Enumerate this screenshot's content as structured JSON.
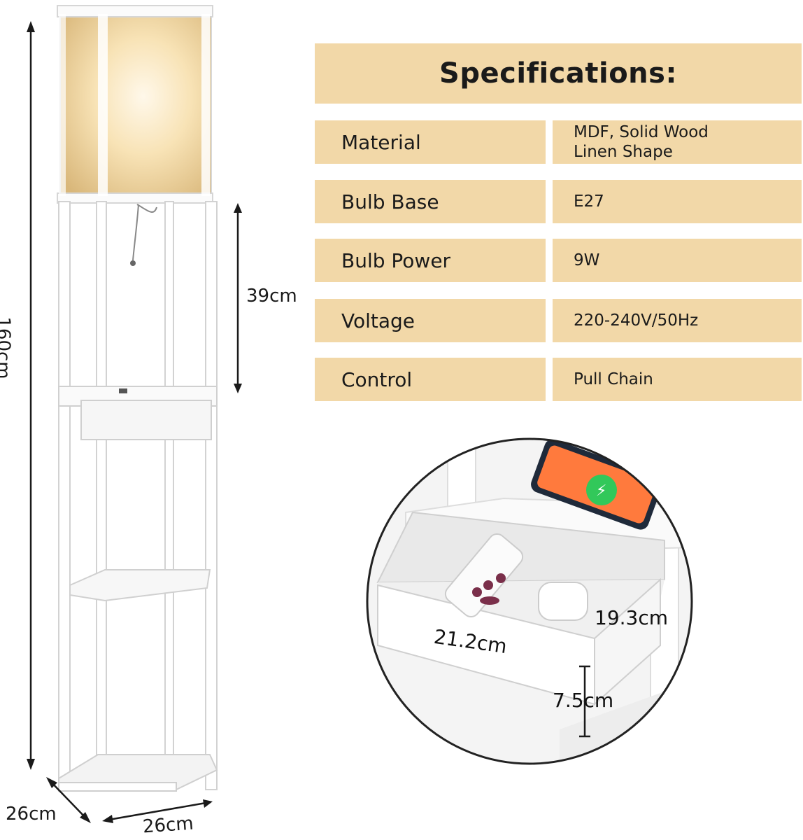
{
  "dimensions": {
    "height": "160cm",
    "shelf_gap": "39cm",
    "depth": "26cm",
    "width": "26cm"
  },
  "specifications": {
    "title": "Specifications:",
    "rows": [
      {
        "label": "Material",
        "value": "MDF, Solid Wood\nLinen Shape"
      },
      {
        "label": "Bulb Base",
        "value": "E27"
      },
      {
        "label": "Bulb Power",
        "value": "9W"
      },
      {
        "label": "Voltage",
        "value": "220-240V/50Hz"
      },
      {
        "label": "Control",
        "value": "Pull Chain"
      }
    ]
  },
  "drawer_detail": {
    "width": "21.2cm",
    "depth": "19.3cm",
    "height": "7.5cm"
  },
  "colors": {
    "spec_background": "#f2d8a8",
    "frame": "#ffffff",
    "shade_glow": "#f7dfae"
  }
}
